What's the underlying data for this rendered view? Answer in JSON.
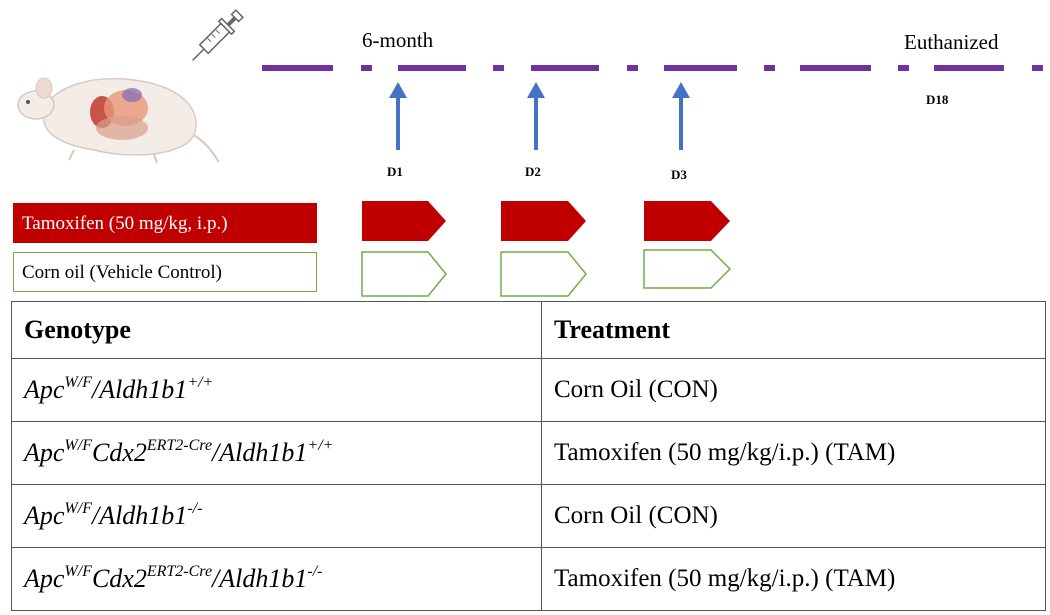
{
  "timeline": {
    "start_label": "6-month",
    "end_label": "Euthanized",
    "days": [
      "D1",
      "D2",
      "D3"
    ],
    "end_day": "D18",
    "line_color": "#7030a0",
    "arrow_color": "#4472c4"
  },
  "legend": {
    "tamoxifen": "Tamoxifen (50 mg/kg, i.p.)",
    "corn_oil": "Corn oil (Vehicle Control)",
    "tamoxifen_color": "#c00000",
    "corn_oil_color": "#70ad47"
  },
  "table": {
    "headers": [
      "Genotype",
      "Treatment"
    ],
    "rows": [
      {
        "g1": "Apc",
        "s1": "W/F",
        "g2": "",
        "s2": "",
        "g3": "/Aldh1b1",
        "s3": "+/+",
        "treatment": "Corn Oil (CON)"
      },
      {
        "g1": "Apc",
        "s1": "W/F",
        "g2": "Cdx2",
        "s2": "ERT2-Cre",
        "g3": "/Aldh1b1",
        "s3": "+/+",
        "treatment": "Tamoxifen  (50 mg/kg/i.p.)  (TAM)"
      },
      {
        "g1": "Apc",
        "s1": "W/F",
        "g2": "",
        "s2": "",
        "g3": "/Aldh1b1",
        "s3": "-/-",
        "treatment": "Corn Oil (CON)"
      },
      {
        "g1": "Apc",
        "s1": "W/F",
        "g2": "Cdx2",
        "s2": "ERT2-Cre",
        "g3": "/Aldh1b1",
        "s3": "-/-",
        "treatment": "Tamoxifen  (50 mg/kg/i.p.)  (TAM)"
      }
    ]
  },
  "icons": [
    "syringe-icon",
    "mouse-illustration"
  ]
}
